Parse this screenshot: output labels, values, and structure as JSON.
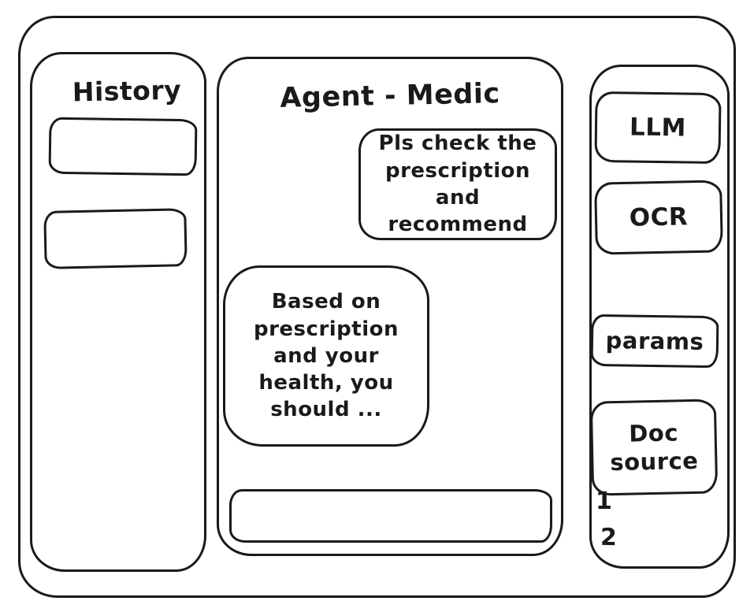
{
  "colors": {
    "stroke": "#1a1a1a",
    "background": "#ffffff"
  },
  "history_sidebar": {
    "title": "History"
  },
  "chat_panel": {
    "title": "Agent - Medic",
    "messages": [
      {
        "role": "user",
        "text": "Pls check the prescription and recommend"
      },
      {
        "role": "assistant",
        "text": "Based on prescription and your health, you should ..."
      }
    ],
    "input": {
      "value": "",
      "placeholder": ""
    }
  },
  "tools_sidebar": {
    "buttons": [
      {
        "label": "LLM"
      },
      {
        "label": "OCR"
      },
      {
        "label": "params"
      },
      {
        "label": "Doc source"
      }
    ],
    "doc_source_items": [
      "1",
      "2"
    ]
  }
}
